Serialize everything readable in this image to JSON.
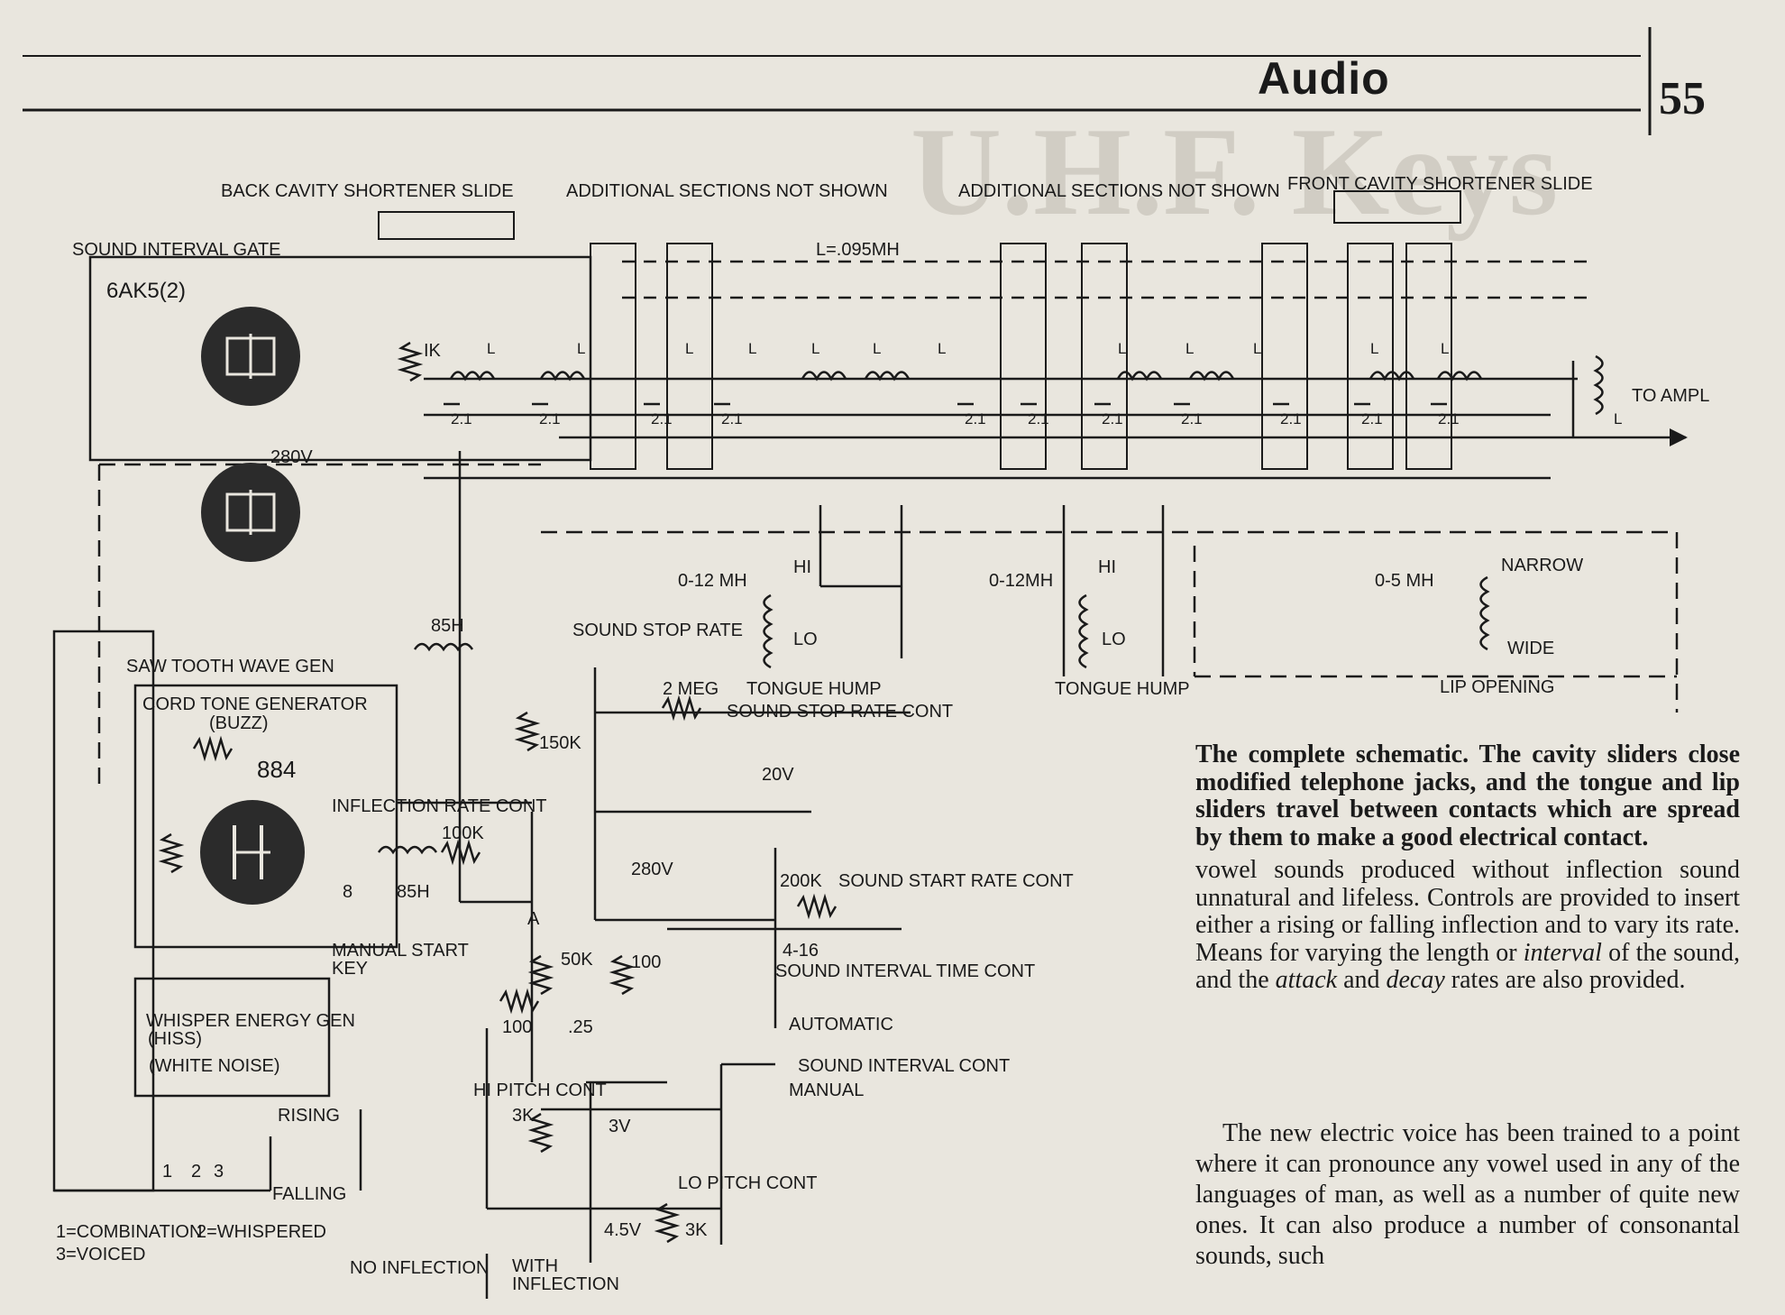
{
  "header": {
    "section": "Audio",
    "page_number": "55"
  },
  "schematic": {
    "labels": {
      "back_cavity": "BACK CAVITY SHORTENER SLIDE",
      "additional_1": "ADDITIONAL SECTIONS NOT SHOWN",
      "additional_2": "ADDITIONAL SECTIONS NOT SHOWN",
      "front_cavity": "FRONT CAVITY SHORTENER SLIDE",
      "sound_interval_gate": "SOUND INTERVAL GATE",
      "tube_6ak5": "6AK5(2)",
      "res_1k": "IK",
      "bat_280v_a": "280V",
      "inductance": "L=.095MH",
      "to_ampl": "TO AMPL",
      "narrow": "NARROW",
      "wide": "WIDE",
      "lip_opening": "LIP OPENING",
      "mh_05": "0-5 MH",
      "mh_012_a": "0-12 MH",
      "mh_012_b": "0-12MH",
      "hi_a": "HI",
      "lo_a": "LO",
      "hi_b": "HI",
      "lo_b": "LO",
      "tongue_hump_a": "TONGUE HUMP",
      "tongue_hump_b": "TONGUE HUMP",
      "sound_stop_rate": "SOUND STOP RATE",
      "meg_2": "2 MEG",
      "sound_stop_rate_cont": "SOUND STOP RATE CONT",
      "bat_20v": "20V",
      "h85_a": "85H",
      "saw_tooth": "SAW TOOTH WAVE GEN",
      "cord_tone": "CORD TONE GENERATOR",
      "buzz": "(BUZZ)",
      "tube_884": "884",
      "res_150k": "150K",
      "inflection_rate": "INFLECTION RATE CONT",
      "res_100k": "100K",
      "cap_8": "8",
      "h85_b": "85H",
      "bat_280v_b": "280V",
      "res_200k": "200K",
      "sound_start_rate": "SOUND START RATE CONT",
      "manual_start": "MANUAL START",
      "key": "KEY",
      "pt_a": "A",
      "res_50k": "50K",
      "res_100_a": "100",
      "res_100_b": "100",
      "cap_25": ".25",
      "cap_4_16": "4-16",
      "sound_interval_time": "SOUND INTERVAL TIME CONT",
      "whisper_gen": "WHISPER ENERGY GEN",
      "hiss": "(HISS)",
      "white_noise": "(WHITE NOISE)",
      "automatic": "AUTOMATIC",
      "sound_interval_cont": "SOUND INTERVAL CONT",
      "manual": "MANUAL",
      "hi_pitch": "HI PITCH CONT",
      "res_3k_a": "3K",
      "bat_3v": "3V",
      "rising": "RISING",
      "falling": "FALLING",
      "lo_pitch": "LO PITCH CONT",
      "bat_45v": "4.5V",
      "res_3k_b": "3K",
      "sw_1": "1",
      "sw_2": "2",
      "sw_3": "3",
      "legend_1": "1=COMBINATION",
      "legend_2": "2=WHISPERED",
      "legend_3": "3=VOICED",
      "no_inflection": "NO INFLECTION",
      "with_inflection_1": "WITH",
      "with_inflection_2": "INFLECTION",
      "cap_value": "2.1",
      "l_label": "L"
    }
  },
  "caption": {
    "bold": "The complete schematic. The cavity sliders close modified telephone jacks, and the tongue and lip sliders travel between contacts which are spread by them to make a good electrical contact.",
    "text_1": " vowel sounds produced without inflection sound unnatural and lifeless. Controls are provided to insert either a rising or falling inflection and to vary its rate. Means for varying the length or ",
    "em_1": "interval",
    "text_2": " of the sound, and the ",
    "em_2": "attack",
    "text_3": " and ",
    "em_3": "decay",
    "text_4": " rates are also provided."
  },
  "paragraph_2": "The new electric voice has been trained to a point where it can pronounce any vowel used in any of the languages of man, as well as a number of quite new ones. It can also produce a number of consonantal sounds, such"
}
